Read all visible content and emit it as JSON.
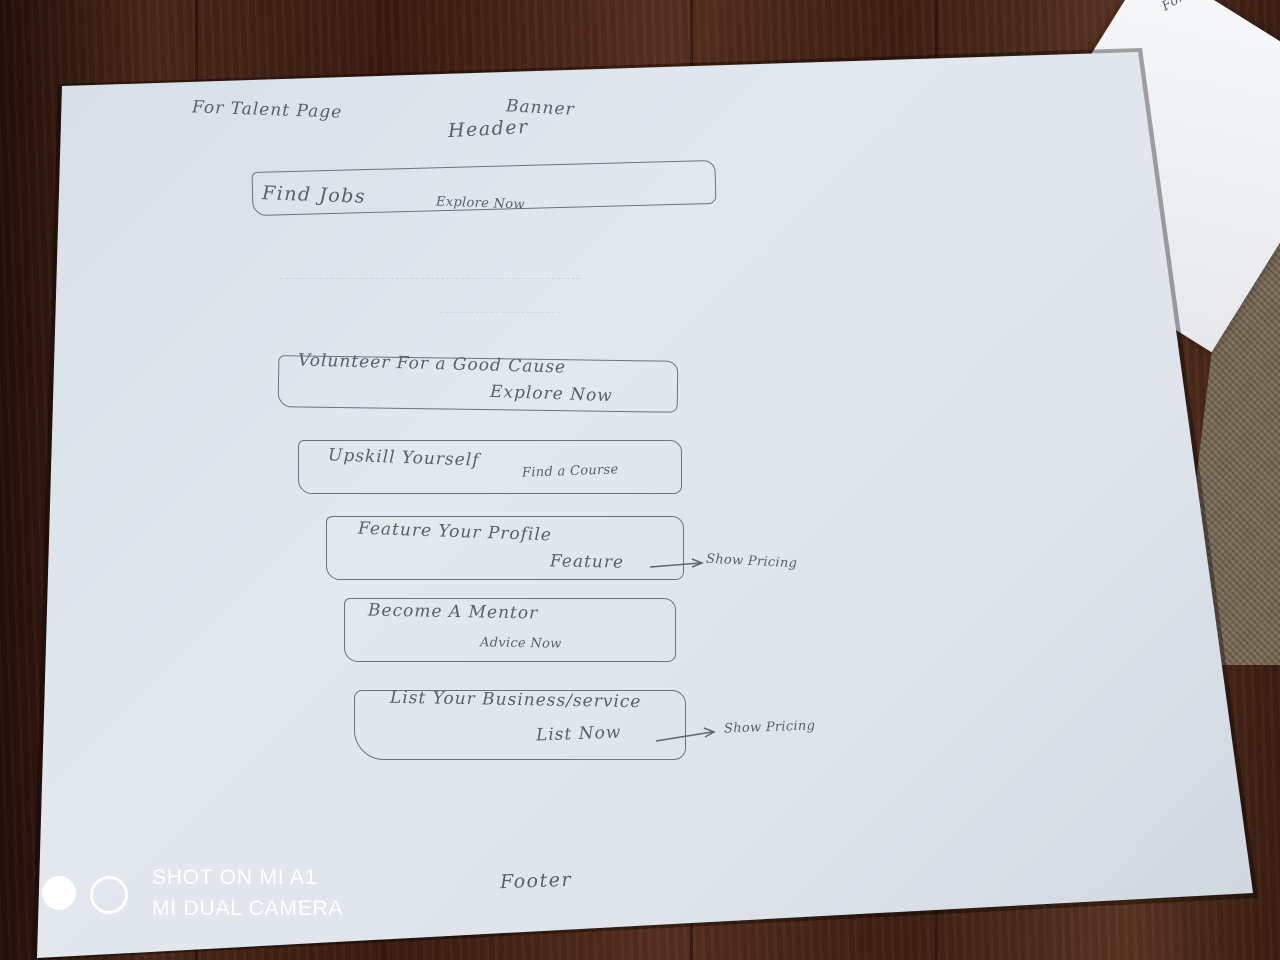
{
  "sketch": {
    "top_left_note": "For Talent Page",
    "banner_note": "Banner",
    "header_note": "Header",
    "second_sheet_note": "For organi",
    "cards": [
      {
        "title": "Find Jobs",
        "action": "Explore Now"
      },
      {
        "title": "Volunteer For a Good Cause",
        "action": "Explore Now"
      },
      {
        "title": "Upskill Yourself",
        "action": "Find a Course"
      },
      {
        "title": "Feature Your Profile",
        "action": "Feature",
        "arrow_note": "Show Pricing"
      },
      {
        "title": "Become A Mentor",
        "action": "Advice Now"
      },
      {
        "title": "List Your Business/service",
        "action": "List Now",
        "arrow_note": "Show Pricing"
      }
    ],
    "footer_note": "Footer"
  },
  "watermark": {
    "line1": "SHOT ON MI A1",
    "line2": "MI DUAL CAMERA"
  },
  "colors": {
    "paper": "#dfe5eb",
    "ink": "#57606a",
    "table": "#3a1e14",
    "watermark": "#ffffff"
  }
}
